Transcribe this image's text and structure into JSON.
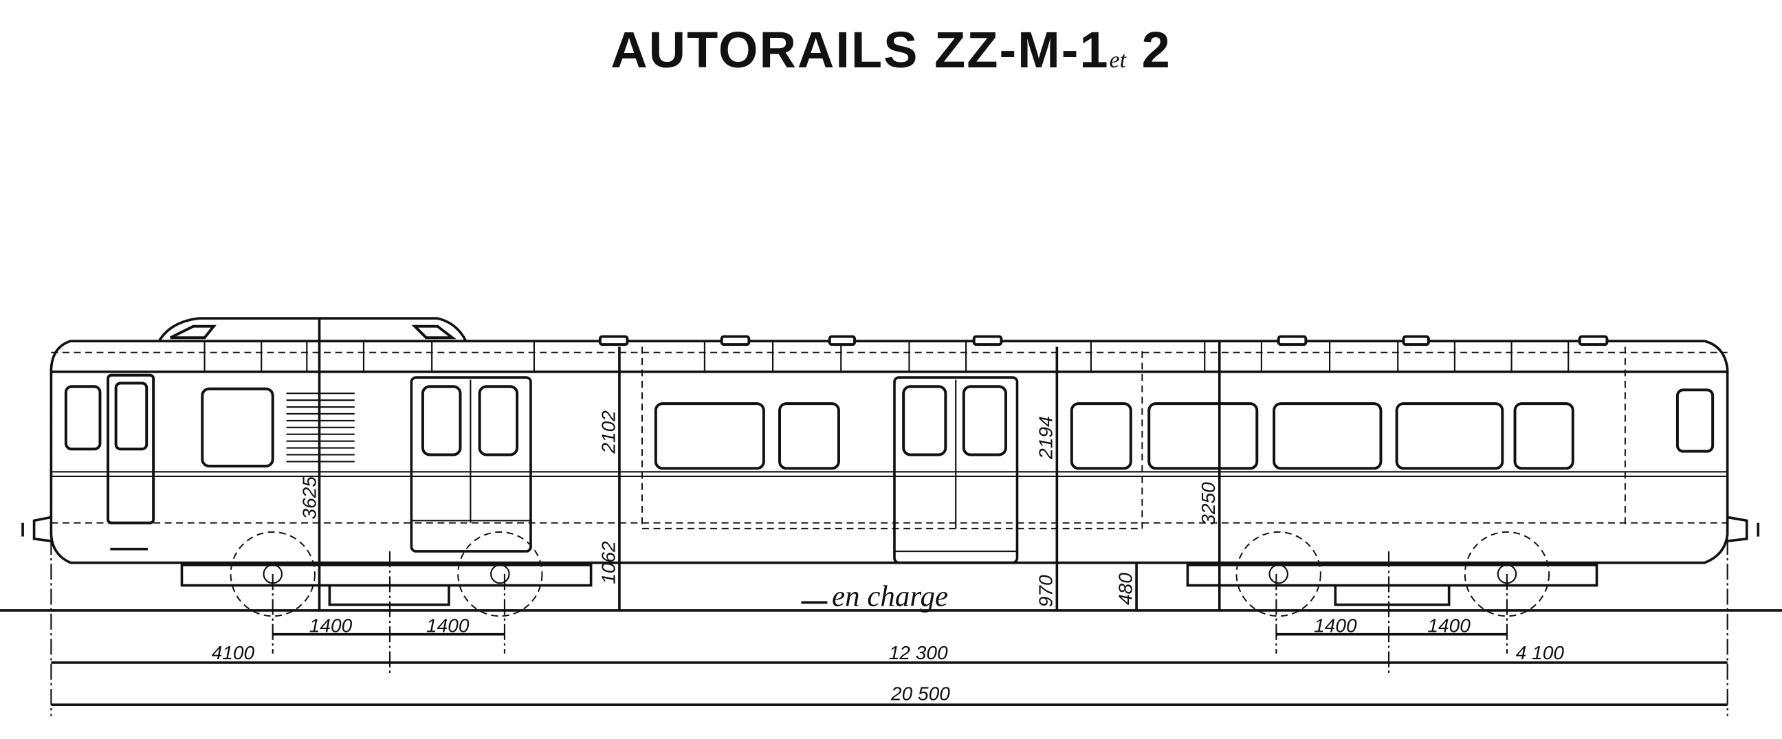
{
  "title": {
    "main": "AUTORAILS ZZ-M-1",
    "conj": "et",
    "tail": "2"
  },
  "annotation": "en charge",
  "dimensions": {
    "horizontal": {
      "bogie_left_a": "1400",
      "bogie_left_b": "1400",
      "bogie_right_a": "1400",
      "bogie_right_b": "1400",
      "overhang_left": "4100",
      "bogie_centers": "12 300",
      "overhang_right": "4 100",
      "overall_length": "20 500"
    },
    "vertical": {
      "cab_roof_height": "3625",
      "door1_height": "2102",
      "floor1_height": "1062",
      "door2_height": "2194",
      "floor2_height": "970",
      "step_height": "480",
      "roof_height": "3250"
    }
  }
}
